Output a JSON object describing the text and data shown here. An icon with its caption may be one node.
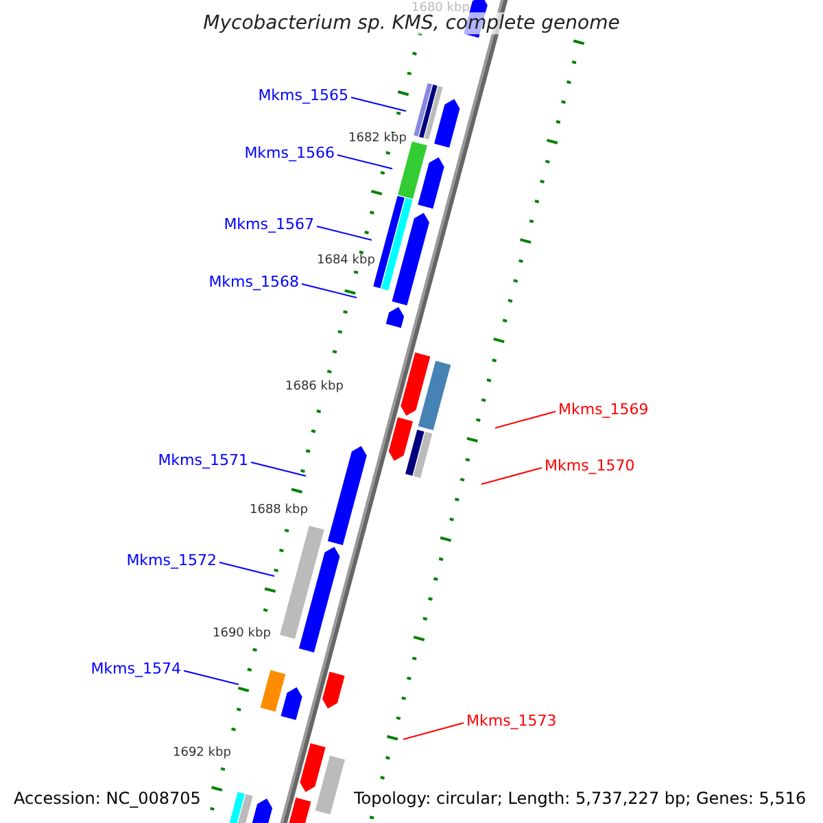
{
  "diagram": {
    "title": "Mycobacterium sp. KMS, complete genome",
    "nodes": [
      {
        "text": [
          "Mkms_1565"
        ]
      },
      {
        "text": [
          "Mkms_1566"
        ]
      },
      {
        "text": [
          "Mkms_1567"
        ]
      },
      {
        "text": [
          "Mkms_1568"
        ]
      },
      {
        "text": [
          "Mkms_1569"
        ]
      },
      {
        "text": [
          "Mkms_1571"
        ]
      },
      {
        "text": [
          "Mkms_1570"
        ]
      },
      {
        "text": [
          "Mkms_1572"
        ]
      },
      {
        "text": [
          "Mkms_1574"
        ]
      },
      {
        "text": [
          "Mkms_1573"
        ]
      }
    ],
    "edges": [
      {
        "from": 0,
        "to": null,
        "arrow": "none"
      },
      {
        "from": 1,
        "to": null,
        "arrow": "none"
      },
      {
        "from": 2,
        "to": null,
        "arrow": "none"
      },
      {
        "from": 3,
        "to": null,
        "arrow": "none"
      },
      {
        "from": 4,
        "to": null,
        "arrow": "none",
        "color": "#ff0000"
      },
      {
        "from": 5,
        "to": null,
        "arrow": "none"
      },
      {
        "from": 6,
        "to": null,
        "arrow": "none",
        "color": "#ff0000"
      },
      {
        "from": 7,
        "to": null,
        "arrow": "none"
      },
      {
        "from": 8,
        "to": null,
        "arrow": "none"
      },
      {
        "from": 9,
        "to": null,
        "arrow": "none",
        "color": "#ff0000"
      }
    ],
    "labels": [
      "1680 kbp",
      "1682 kbp",
      "1684 kbp",
      "1686 kbp",
      "1688 kbp",
      "1690 kbp",
      "1692 kbp",
      "Accession: NC_008705",
      "Topology: circular; Length: 5,737,227 bp; Genes: 5,516"
    ]
  }
}
